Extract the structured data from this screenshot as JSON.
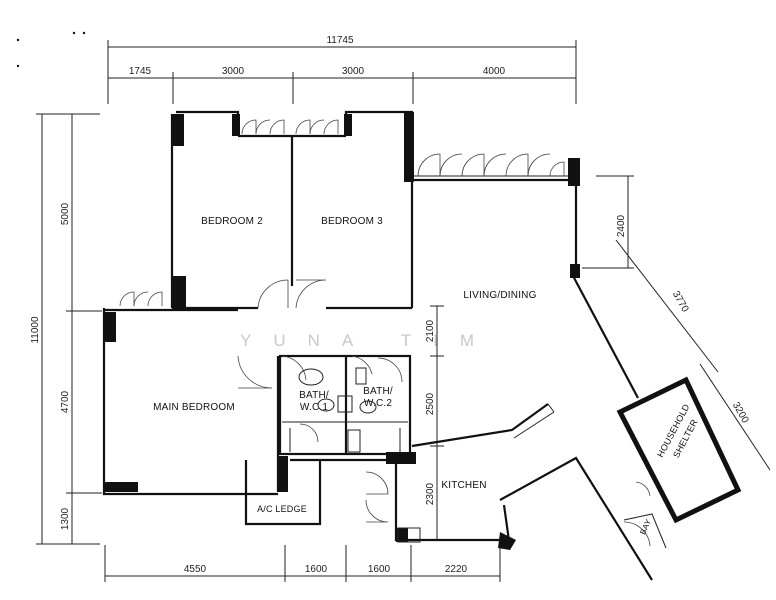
{
  "dimensions": {
    "overall_width": "11745",
    "top_segments": [
      "1745",
      "3000",
      "3000",
      "4000"
    ],
    "overall_height": "11000",
    "left_segments": [
      "5000",
      "4700",
      "1300"
    ],
    "bottom_segments": [
      "4550",
      "1600",
      "1600",
      "2220"
    ],
    "inner_verticals": [
      "2100",
      "2500",
      "2300"
    ],
    "right_segments": [
      "2400",
      "3770",
      "3200"
    ]
  },
  "rooms": {
    "bedroom2": "BEDROOM 2",
    "bedroom3": "BEDROOM 3",
    "living_dining": "LIVING/DINING",
    "main_bedroom": "MAIN BEDROOM",
    "bath1_line1": "BATH/",
    "bath1_line2": "W.C.1",
    "bath2_line1": "BATH/",
    "bath2_line2": "W.C.2",
    "kitchen": "KITCHEN",
    "ledge": "A/C LEDGE",
    "shelter_line1": "HOUSEHOLD",
    "shelter_line2": "SHELTER",
    "bay": "BAY"
  },
  "watermark": "YUNA TIM"
}
